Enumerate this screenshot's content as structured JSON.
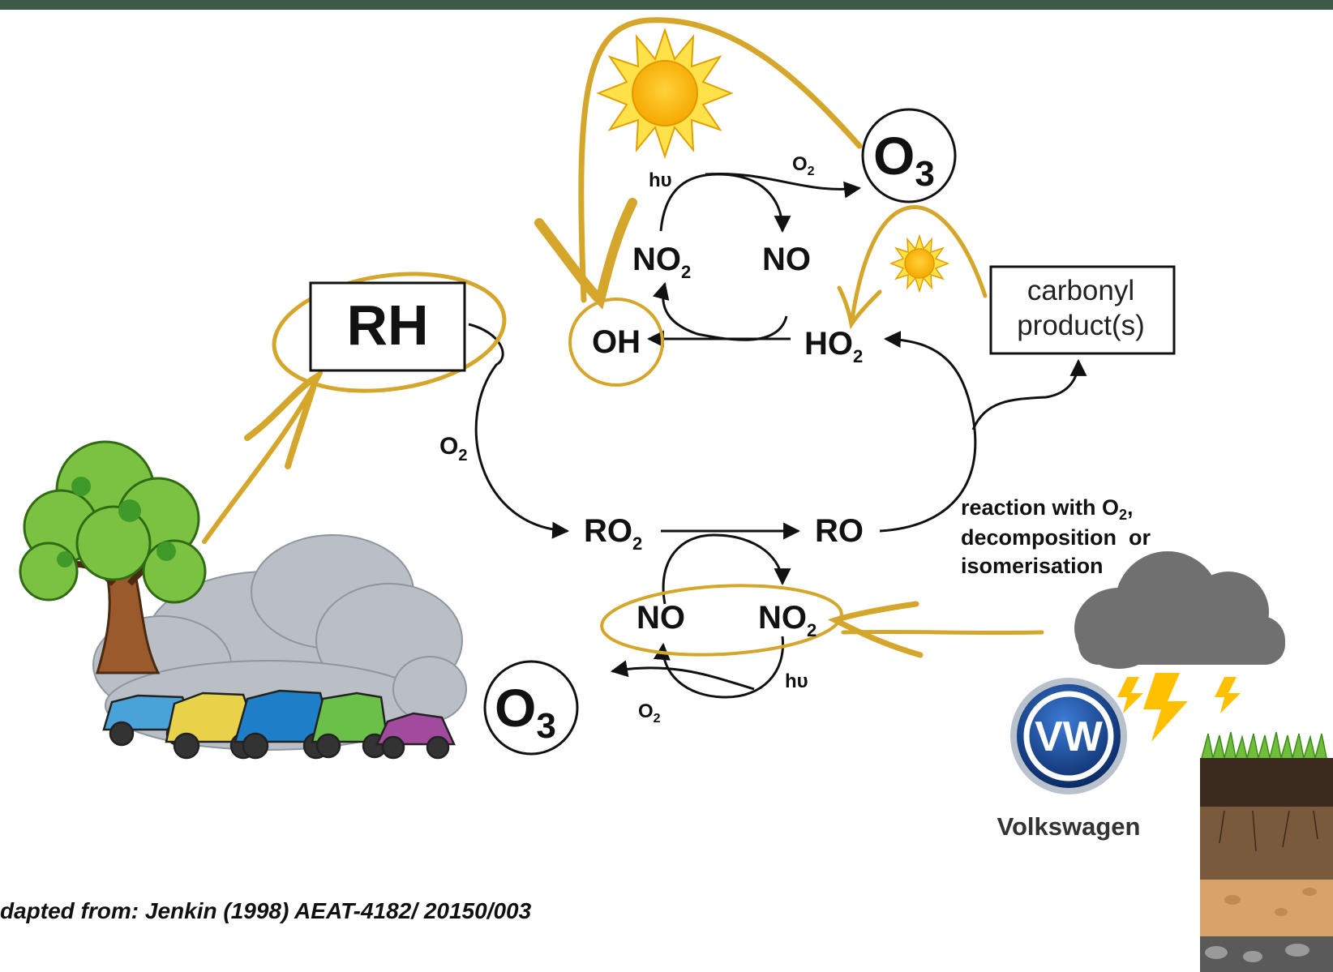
{
  "header": {
    "bar_color": "#3d5a47"
  },
  "colors": {
    "highlight": "#d4a72c",
    "ink": "#111111",
    "sun": "#ffc000",
    "cloud": "#707070",
    "bolt": "#ffc000"
  },
  "diagram": {
    "rh": {
      "text": "RH"
    },
    "oh": {
      "text": "OH"
    },
    "ho2": {
      "main": "HO",
      "sub": "2"
    },
    "ro2": {
      "main": "RO",
      "sub": "2"
    },
    "ro": {
      "text": "RO"
    },
    "no2_top": {
      "main": "NO",
      "sub": "2"
    },
    "no_top": {
      "text": "NO"
    },
    "no_bottom": {
      "text": "NO"
    },
    "no2_bottom": {
      "main": "NO",
      "sub": "2"
    },
    "o3_top": {
      "main": "O",
      "sub": "3"
    },
    "o3_bottom": {
      "main": "O",
      "sub": "3"
    },
    "o2_top": {
      "main": "O",
      "sub": "2"
    },
    "o2_left": {
      "main": "O",
      "sub": "2"
    },
    "o2_bottom": {
      "main": "O",
      "sub": "2"
    },
    "hv_top": {
      "text": "hυ"
    },
    "hv_bottom": {
      "text": "hυ"
    },
    "carbonyl": {
      "line1": "carbonyl",
      "line2": "product(s)"
    },
    "reaction": {
      "line1_main": "reaction with O",
      "line1_sub": "2",
      "line1_end": ",",
      "line2": "decomposition  or",
      "line3": "isomerisation"
    },
    "logo": {
      "brand": "Volkswagen",
      "mark": "VW"
    }
  },
  "caption": {
    "text": "dapted from: Jenkin (1998) AEAT-4182/ 20150/003"
  },
  "icons": [
    "sun-icon",
    "tree-icon",
    "cars-icon",
    "storm-cloud-icon",
    "lightning-icon",
    "vw-logo",
    "soil-icon"
  ]
}
